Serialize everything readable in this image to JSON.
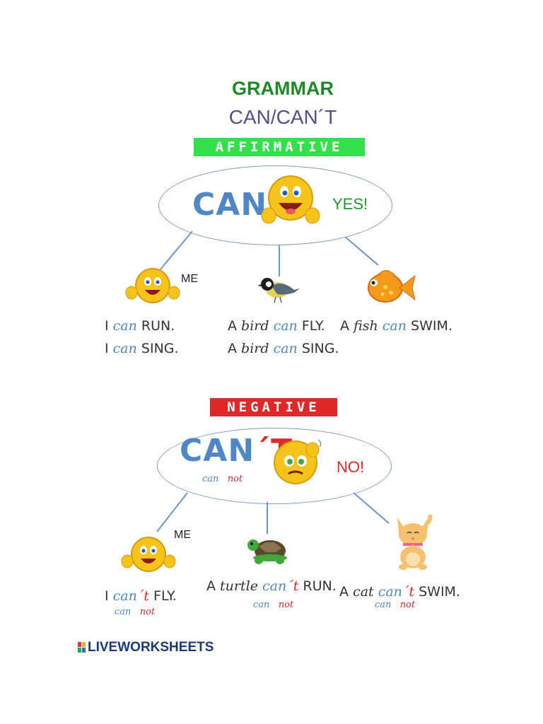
{
  "header": {
    "title": "GRAMMAR",
    "subtitle": "CAN/CAN´T"
  },
  "affirmative": {
    "banner": "AFFIRMATIVE",
    "word": "CAN",
    "answer": "YES!",
    "me_label": "ME",
    "sentences_me": [
      "I can RUN.",
      "I can SING."
    ],
    "sentences_bird": [
      "A bird can FLY.",
      "A bird can SING."
    ],
    "sentence_fish": "A fish can SWIM."
  },
  "negative": {
    "banner": "NEGATIVE",
    "word_a": "CAN",
    "word_b": "´T",
    "expansion_can": "can",
    "expansion_not": "not",
    "answer": "NO!",
    "me_label": "ME",
    "sentence_me": "I can´t FLY.",
    "sentence_turtle": "A turtle can´t RUN.",
    "sentence_cat": "A cat can´t SWIM."
  },
  "footer": {
    "logo": "LIVEWORKSHEETS"
  },
  "colors": {
    "green": "#1d8a2a",
    "purple": "#5b4b8a",
    "banner_green": "#33e04a",
    "banner_red": "#e0282a",
    "blue_text": "#4f86c5"
  },
  "icons": [
    "smiley-thumbs-up-icon",
    "smiley-icon",
    "bird-icon",
    "fish-icon",
    "thinking-smiley-icon",
    "turtle-icon",
    "cat-icon"
  ]
}
